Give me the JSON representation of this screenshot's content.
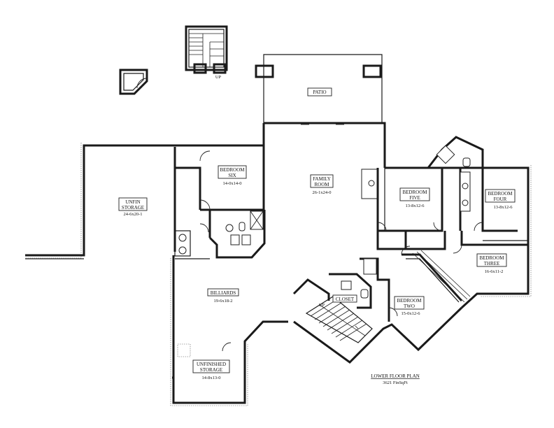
{
  "rooms": {
    "patio": {
      "name": "PATIO"
    },
    "family_room": {
      "name_line1": "FAMILY",
      "name_line2": "ROOM",
      "dims": "26-1x24-0"
    },
    "unfin_storage": {
      "name_line1": "UNFIN",
      "name_line2": "STORAGE",
      "dims": "24-6x20-1"
    },
    "bedroom_six": {
      "name_line1": "BEDROOM",
      "name_line2": "SIX",
      "dims": "14-0x14-0"
    },
    "bedroom_five": {
      "name_line1": "BEDROOM",
      "name_line2": "FIVE",
      "dims": "13-8x12-6"
    },
    "bedroom_four": {
      "name_line1": "BEDROOM",
      "name_line2": "FOUR",
      "dims": "13-8x12-6"
    },
    "bedroom_three": {
      "name_line1": "BEDROOM",
      "name_line2": "THREE",
      "dims": "16-6x11-2"
    },
    "bedroom_two": {
      "name_line1": "BEDROOM",
      "name_line2": "TWO",
      "dims": "15-0x12-6"
    },
    "billiards": {
      "name": "BILLIARDS",
      "dims": "19-6x18-2"
    },
    "closet": {
      "name": "CLOSET"
    },
    "unfinished_storage": {
      "name_line1": "UNFINISHED",
      "name_line2": "STORAGE",
      "dims": "14-8x13-0"
    }
  },
  "stair_labels": {
    "top": "UP",
    "main": "UP"
  },
  "plan_title": {
    "line1": "LOWER FLOOR PLAN",
    "line2": "3621 FinSqFt"
  }
}
